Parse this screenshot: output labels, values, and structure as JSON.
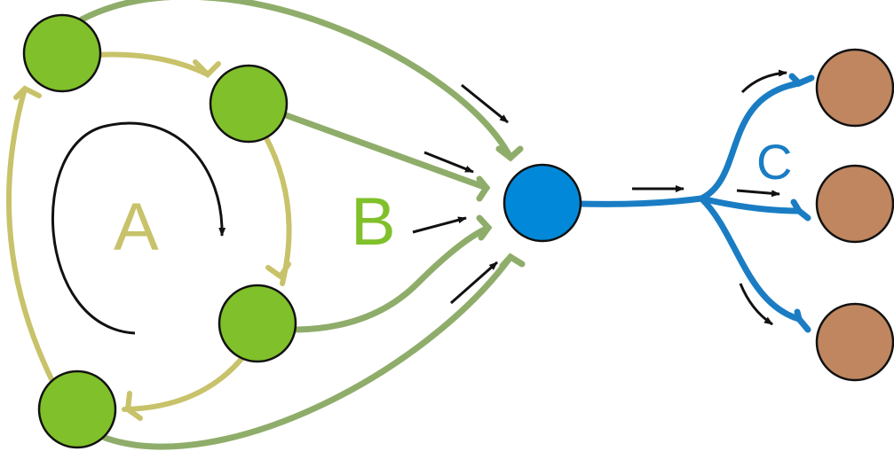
{
  "labels": {
    "a": "A",
    "b": "B",
    "c": "C"
  },
  "colors": {
    "background": "#ffffff",
    "ring_path": "#c8c26a",
    "network_path": "#8fad6a",
    "output_path": "#1a7dc4",
    "green_node": "#80c02a",
    "blue_node": "#0288d8",
    "brown_node": "#bf8660",
    "outline": "#111111",
    "arrow": "#111111"
  },
  "icons": {
    "arrow": "arrow-icon",
    "circular_arrow": "circular-arrow-icon"
  }
}
